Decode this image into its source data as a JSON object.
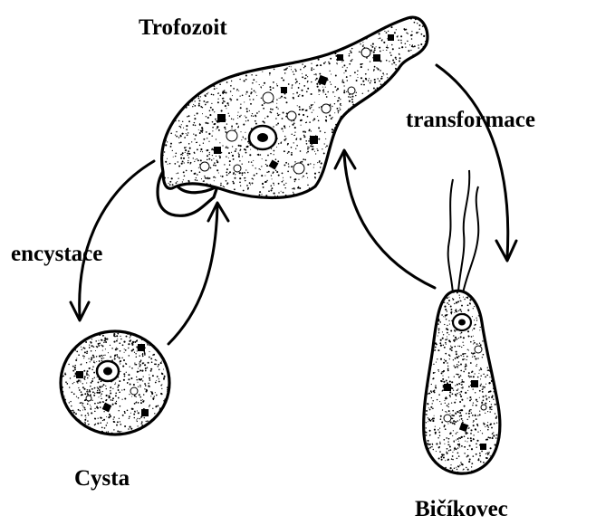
{
  "labels": {
    "trophozoite": "Trofozoit",
    "transformation": "transformace",
    "encystation": "encystace",
    "cyst": "Cysta",
    "flagellate": "Bičíkovec"
  }
}
